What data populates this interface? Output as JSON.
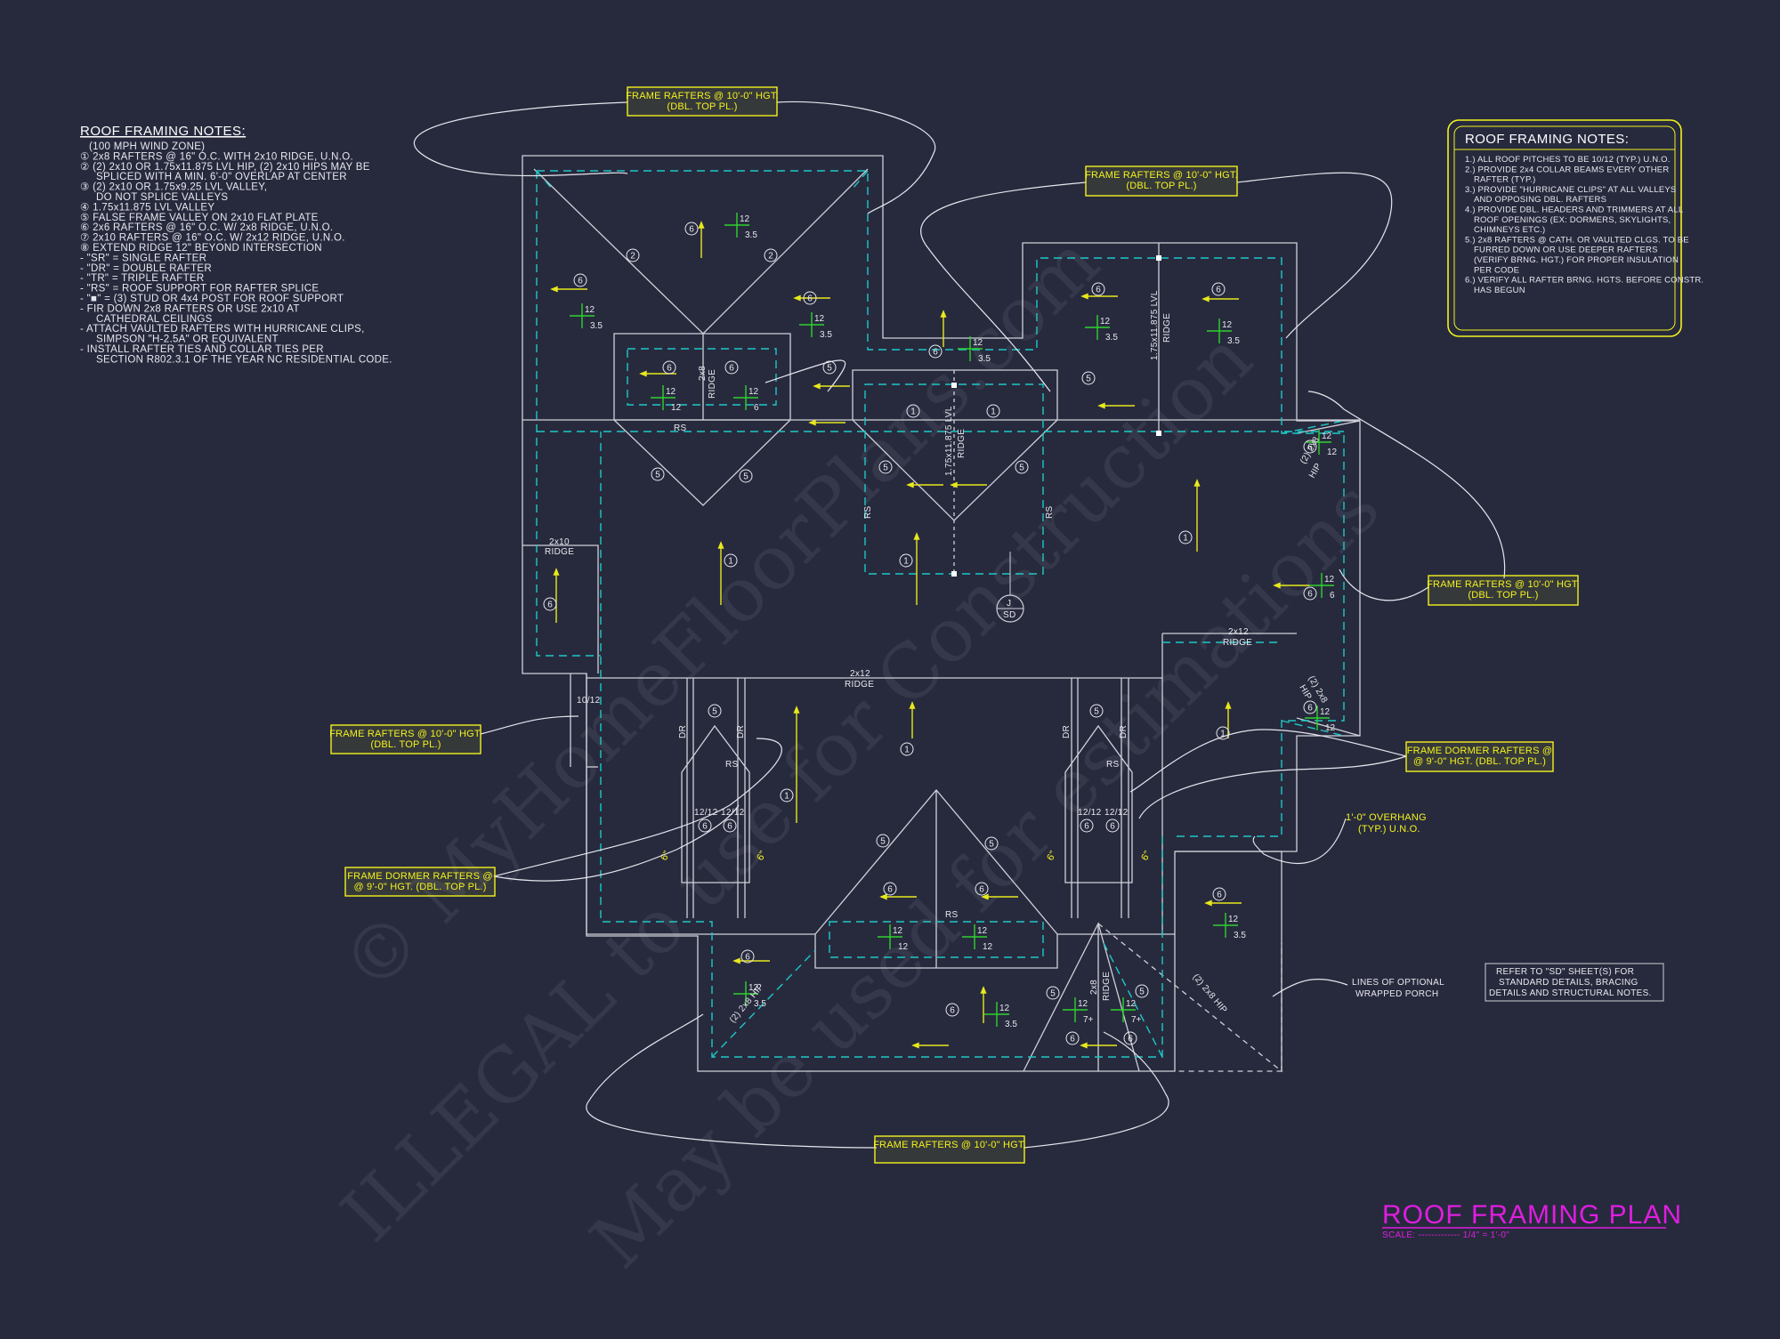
{
  "left_notes": {
    "title": "ROOF FRAMING NOTES:",
    "lines": [
      "(100 MPH WIND ZONE)",
      "① 2x8 RAFTERS @ 16\" O.C. WITH 2x10 RIDGE, U.N.O.",
      "② (2) 2x10 OR 1.75x11.875 LVL HIP, (2) 2x10 HIPS MAY BE",
      "SPLICED WITH A MIN. 6'-0\" OVERLAP AT CENTER",
      "③ (2) 2x10 OR 1.75x9.25 LVL VALLEY,",
      "DO NOT SPLICE VALLEYS",
      "④ 1.75x11.875 LVL VALLEY",
      "⑤ FALSE FRAME VALLEY ON 2x10 FLAT PLATE",
      "⑥ 2x6 RAFTERS @ 16\" O.C. W/ 2x8 RIDGE, U.N.O.",
      "⑦ 2x10 RAFTERS @ 16\" O.C. W/ 2x12 RIDGE, U.N.O.",
      "⑧ EXTEND RIDGE 12\" BEYOND INTERSECTION",
      "-  \"SR\" = SINGLE RAFTER",
      "-  \"DR\" = DOUBLE RAFTER",
      "-  \"TR\" = TRIPLE RAFTER",
      "-  \"RS\" = ROOF SUPPORT FOR RAFTER SPLICE",
      "-  \"■\" = (3) STUD OR 4x4 POST FOR ROOF SUPPORT",
      "-  FIR DOWN 2x8 RAFTERS OR USE 2x10 AT",
      "CATHEDRAL CEILINGS",
      "-  ATTACH VAULTED RAFTERS WITH HURRICANE CLIPS,",
      "SIMPSON \"H-2.5A\" OR EQUIVALENT",
      "-  INSTALL RAFTER TIES AND COLLAR TIES PER",
      "SECTION R802.3.1 OF THE YEAR NC RESIDENTIAL CODE."
    ]
  },
  "right_notes": {
    "title": "ROOF FRAMING NOTES:",
    "lines": [
      "1.) ALL ROOF PITCHES TO BE  10/12 (TYP.) U.N.O.",
      "2.) PROVIDE 2x4 COLLAR BEAMS EVERY OTHER",
      "RAFTER (TYP.)",
      "3.) PROVIDE \"HURRICANE CLIPS\" AT ALL VALLEYS",
      "AND OPPOSING DBL. RAFTERS",
      "4.) PROVIDE DBL. HEADERS AND TRIMMERS AT ALL",
      "ROOF OPENINGS (EX: DORMERS, SKYLIGHTS,",
      "CHIMNEYS ETC.)",
      "5.) 2x8 RAFTERS @ CATH. OR VAULTED CLGS. TO BE",
      "FURRED DOWN OR USE DEEPER RAFTERS",
      "(VERIFY BRNG. HGT.) FOR PROPER INSULATION",
      "PER CODE",
      "6.) VERIFY ALL RAFTER BRNG. HGTS. BEFORE CONSTR.",
      "HAS BEGUN"
    ]
  },
  "callouts": {
    "top_left": [
      "FRAME RAFTERS @ 10'-0\" HGT.",
      "(DBL. TOP PL.)"
    ],
    "top_right": [
      "FRAME RAFTERS @ 10'-0\" HGT.",
      "(DBL. TOP PL.)"
    ],
    "right_mid": [
      "FRAME RAFTERS @ 10'-0\" HGT.",
      "(DBL. TOP PL.)"
    ],
    "right_dormer": [
      "FRAME DORMER RAFTERS @",
      "@ 9'-0\" HGT. (DBL. TOP PL.)"
    ],
    "left_mid": [
      "FRAME RAFTERS @ 10'-0\" HGT.",
      "(DBL. TOP PL.)"
    ],
    "left_dormer": [
      "FRAME DORMER RAFTERS @",
      "@ 9'-0\" HGT. (DBL. TOP PL.)"
    ],
    "bottom": [
      "FRAME RAFTERS @ 10'-0\" HGT."
    ]
  },
  "overhang_note": [
    "1'-0\" OVERHANG",
    "(TYP.) U.N.O."
  ],
  "porch_note": [
    "LINES OF OPTIONAL",
    "WRAPPED PORCH"
  ],
  "refer_note": [
    "REFER TO \"SD\" SHEET(S) FOR",
    "STANDARD DETAILS, BRACING",
    "DETAILS AND STRUCTURAL NOTES."
  ],
  "plan_labels": {
    "ridge_2x8": [
      "2x8",
      "RIDGE"
    ],
    "lvl_ridge_top": [
      "1.75x11.875 LVL",
      "RIDGE"
    ],
    "lvl_ridge_mid": [
      "1.75x11.875 LVL",
      "RIDGE"
    ],
    "ridge_2x10": [
      "2x10",
      "RIDGE"
    ],
    "ridge_2x12_center": [
      "2x12",
      "RIDGE"
    ],
    "ridge_2x12_right": [
      "2x12",
      "RIDGE"
    ],
    "ridge_2x8_bottom": [
      "2x8",
      "RIDGE"
    ],
    "hip_top_right": [
      "(2) 2x8",
      "HIP"
    ],
    "hip_right_lower": [
      "(2) 2x8",
      "HIP"
    ],
    "hip_bottom_left": "(2) 2x8 HIP",
    "hip_bottom_right": "(2) 2x8 HIP",
    "rs": "RS",
    "dr": "DR",
    "pitch_12": "12",
    "pitch_35": "3.5",
    "pitch_6": "6",
    "pitch_7": "7+",
    "pitch_12_12": "12/12",
    "pitch_10_12": "10/12",
    "sd_j": "J",
    "sd": "SD",
    "angle_6": "6\""
  },
  "circle_numbers": {
    "one": "1",
    "two": "2",
    "five": "5",
    "six": "6"
  },
  "title_block": {
    "title": "ROOF FRAMING PLAN",
    "scale": "SCALE: ------------- 1/4\" = 1'-0\""
  },
  "watermark": {
    "line1": "© MyHomeFloorPlans.com",
    "line2": "ILLEGAL to use for Construction",
    "line3": "May be used for estimations"
  },
  "colors": {
    "background": "#272a3d",
    "plan_line": "#cfd0d8",
    "cyan_dash": "#1ec8c8",
    "callout_yellow": "#f2f21e",
    "arrow_yellow": "#e8e81c",
    "pitch_green": "#2fd22f",
    "title_magenta": "#e01de0",
    "leader_white": "#e6e6ee"
  }
}
